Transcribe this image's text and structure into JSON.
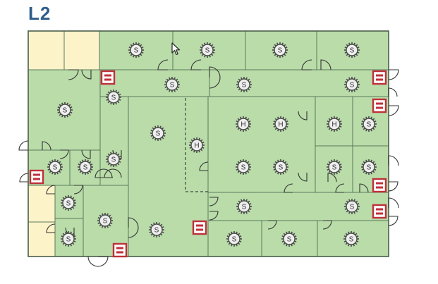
{
  "level": "L2",
  "colors": {
    "room": "#b9dca9",
    "room_stroke": "#5a7a5a",
    "storage": "#fdf3c9",
    "detector_ring": "#4a4a4a",
    "detector_fill": "#eeeeee",
    "panel": "#c0303a"
  },
  "icons": {
    "smoke": "smoke-detector-icon",
    "heat": "heat-detector-icon",
    "panel": "fire-panel-icon",
    "door": "door-swing-icon"
  },
  "detector_glyphs": {
    "smoke": "S",
    "heat": "H"
  }
}
